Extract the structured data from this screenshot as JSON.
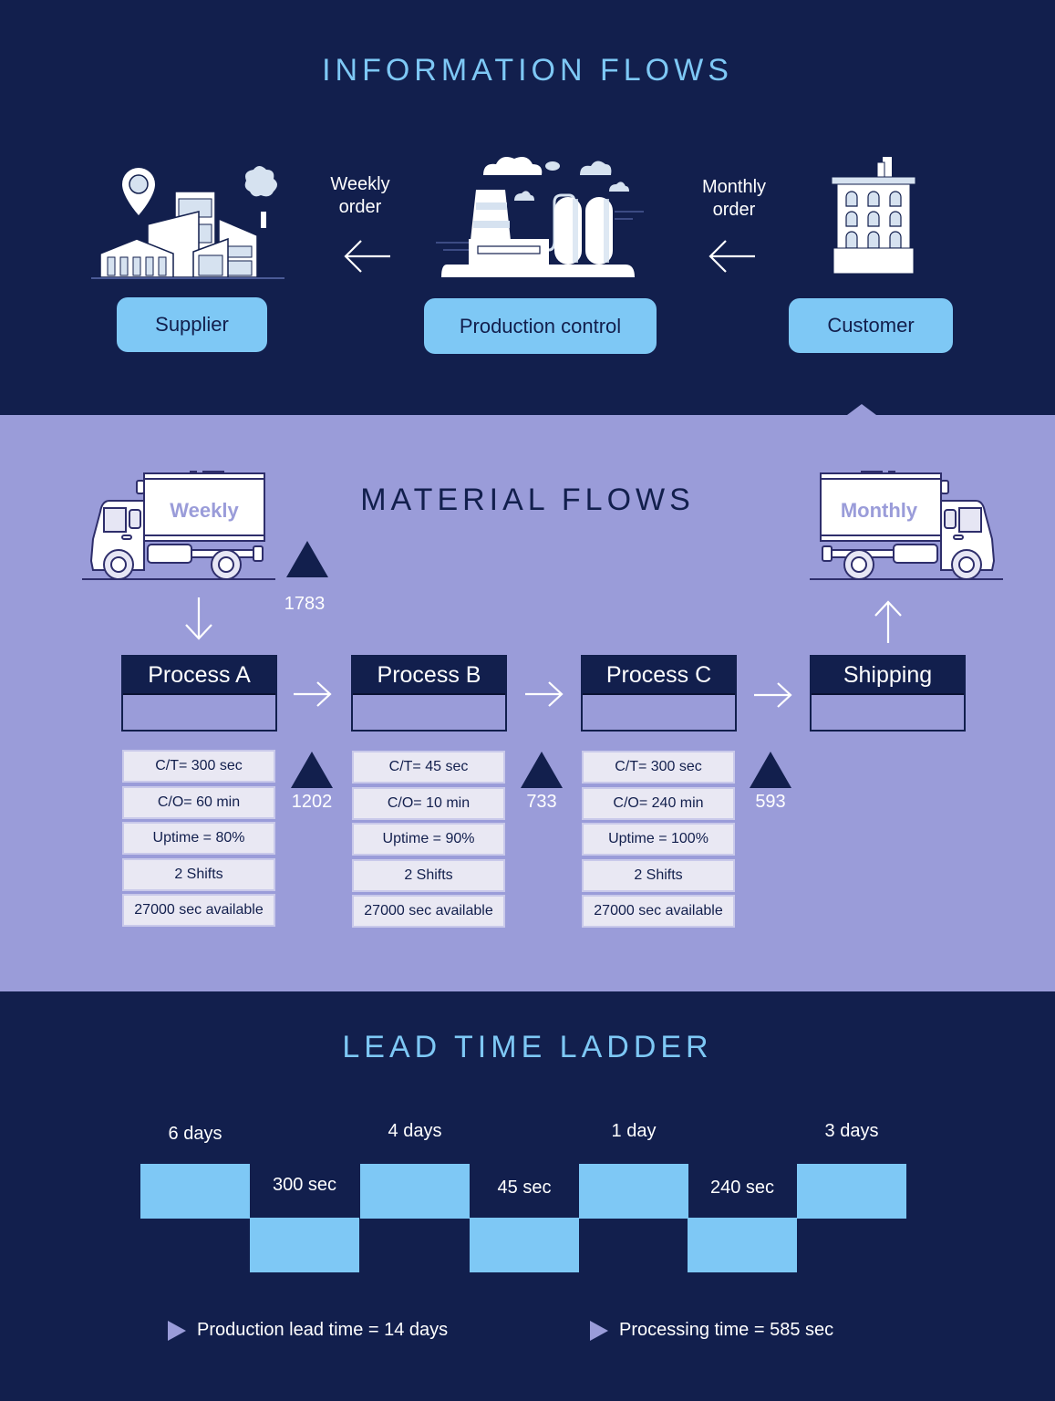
{
  "information_flows": {
    "title": "INFORMATION FLOWS",
    "entities": [
      {
        "id": "supplier",
        "label": "Supplier",
        "icon": "factory-buildings-icon"
      },
      {
        "id": "production_control",
        "label": "Production control",
        "icon": "industrial-plant-icon"
      },
      {
        "id": "customer",
        "label": "Customer",
        "icon": "office-building-icon"
      }
    ],
    "orders": [
      {
        "line1": "Weekly",
        "line2": "order",
        "direction": "left",
        "from": "Production control",
        "to": "Supplier"
      },
      {
        "line1": "Monthly",
        "line2": "order",
        "direction": "left",
        "from": "Customer",
        "to": "Production control"
      }
    ]
  },
  "material_flows": {
    "title": "MATERIAL FLOWS",
    "trucks": [
      {
        "label": "Weekly",
        "position": "left",
        "arrow": "down"
      },
      {
        "label": "Monthly",
        "position": "right",
        "arrow": "up"
      }
    ],
    "inventory": [
      {
        "value": "1783",
        "location": "after supplier truck"
      },
      {
        "value": "1202",
        "location": "between Process A and Process B"
      },
      {
        "value": "733",
        "location": "between Process B and Process C"
      },
      {
        "value": "593",
        "location": "between Process C and Shipping"
      }
    ],
    "processes": [
      {
        "name": "Process A",
        "data": [
          "C/T= 300 sec",
          "C/O= 60 min",
          "Uptime = 80%",
          "2 Shifts",
          "27000 sec available"
        ]
      },
      {
        "name": "Process B",
        "data": [
          "C/T= 45 sec",
          "C/O= 10 min",
          "Uptime = 90%",
          "2 Shifts",
          "27000 sec available"
        ]
      },
      {
        "name": "Process C",
        "data": [
          "C/T= 300 sec",
          "C/O= 240 min",
          "Uptime = 100%",
          "2 Shifts",
          "27000 sec available"
        ]
      },
      {
        "name": "Shipping",
        "data": []
      }
    ]
  },
  "lead_time_ladder": {
    "title": "LEAD TIME LADDER",
    "upper_labels": [
      "6 days",
      "4 days",
      "1 day",
      "3 days"
    ],
    "lower_labels": [
      "300 sec",
      "45 sec",
      "240 sec"
    ],
    "summary": [
      {
        "label": "Production lead time = 14 days"
      },
      {
        "label": "Processing time = 585 sec"
      }
    ]
  },
  "colors": {
    "navy": "#121f4d",
    "lavender": "#9a9cd9",
    "sky_blue": "#7ec8f5",
    "cell_bg": "#e9e8f3",
    "white": "#ffffff"
  }
}
